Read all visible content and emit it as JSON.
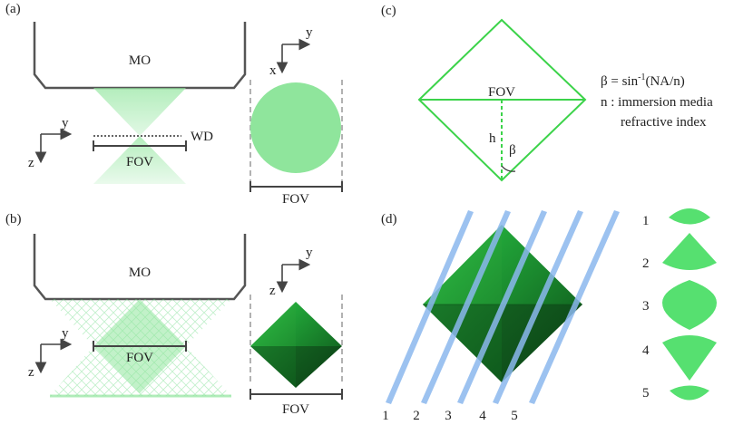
{
  "panels": {
    "a": {
      "label": "(a)",
      "objective_label": "MO",
      "wd_label": "WD",
      "fov_label": "FOV",
      "fov_bottom_label": "FOV",
      "axes_left": {
        "h": "y",
        "v": "z"
      },
      "axes_right": {
        "h": "y",
        "v": "x"
      }
    },
    "b": {
      "label": "(b)",
      "objective_label": "MO",
      "fov_label": "FOV",
      "fov_bottom_label": "FOV",
      "axes_left": {
        "h": "y",
        "v": "z"
      },
      "axes_right": {
        "h": "y",
        "v": "z"
      }
    },
    "c": {
      "label": "(c)",
      "fov_label": "FOV",
      "h_label": "h",
      "beta_label": "β",
      "eq_beta_prefix": "β = sin",
      "eq_beta_sup": "-1",
      "eq_beta_suffix": "(NA/n)",
      "eq_n_line1": "n : immersion media",
      "eq_n_line2": "refractive index"
    },
    "d": {
      "label": "(d)",
      "slice_numbers": [
        "1",
        "2",
        "3",
        "4",
        "5"
      ],
      "section_labels": [
        "1",
        "2",
        "3",
        "4",
        "5"
      ]
    }
  },
  "colors": {
    "light_green": "#8fe59c",
    "bright_green": "#56e070",
    "dark_green": "#1f8f2e",
    "outline_green": "#3cd34a",
    "light_sheet_blue": "#8bb8ee",
    "frame_gray": "#555555"
  }
}
